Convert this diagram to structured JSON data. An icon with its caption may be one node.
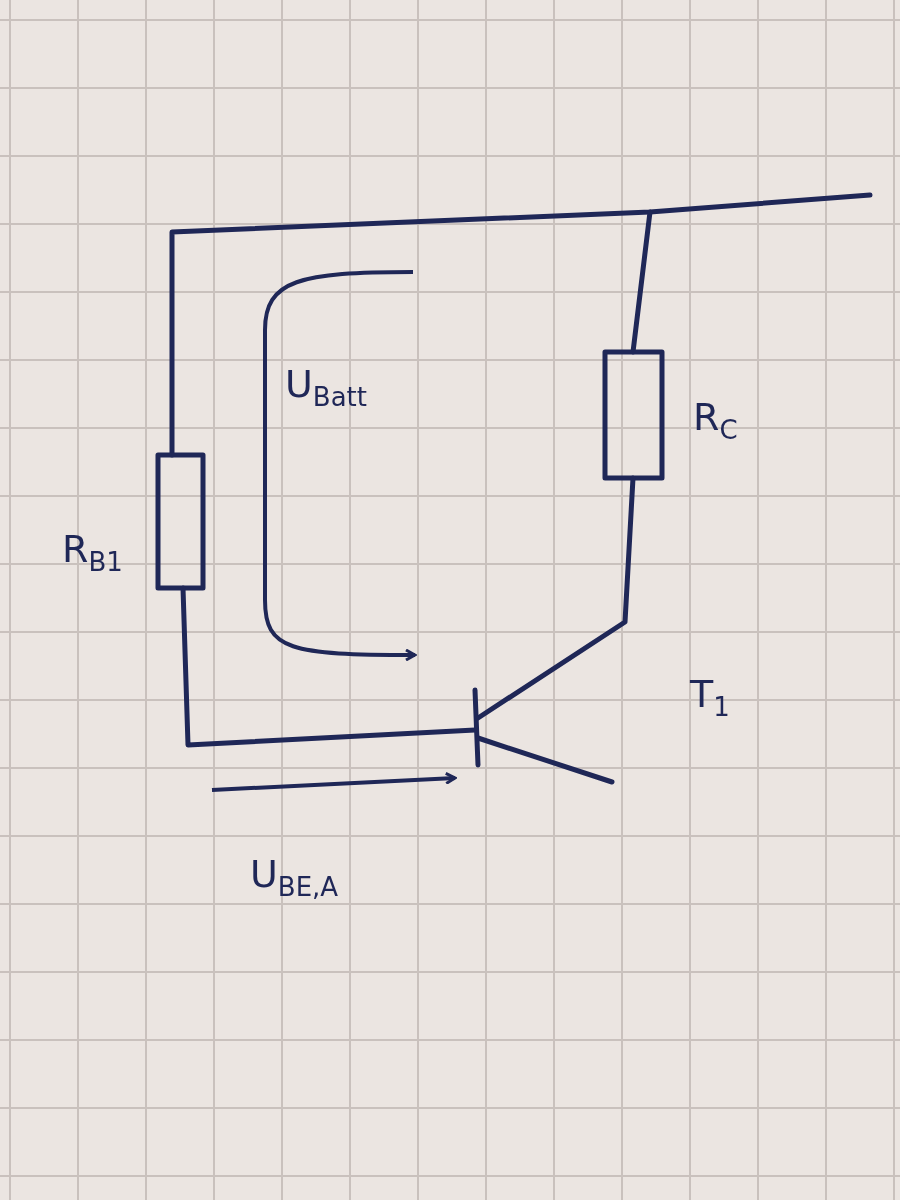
{
  "diagram": {
    "labels": [
      "U$_{Batt}$",
      "R$_{C}$",
      "R$_{B1}$",
      "T$_{1}$",
      "U$_{BE,A}$"
    ]
  }
}
